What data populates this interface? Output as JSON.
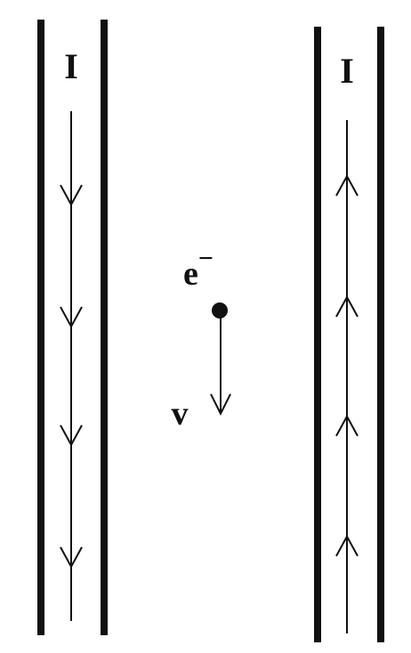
{
  "labels": {
    "left_current": "I",
    "right_current": "I",
    "electron": "e",
    "electron_charge": "−",
    "velocity": "v"
  },
  "colors": {
    "ink": "#111111",
    "background": "#ffffff"
  },
  "left_wire": {
    "current_direction": "down"
  },
  "right_wire": {
    "current_direction": "up"
  },
  "electron_velocity_direction": "down"
}
